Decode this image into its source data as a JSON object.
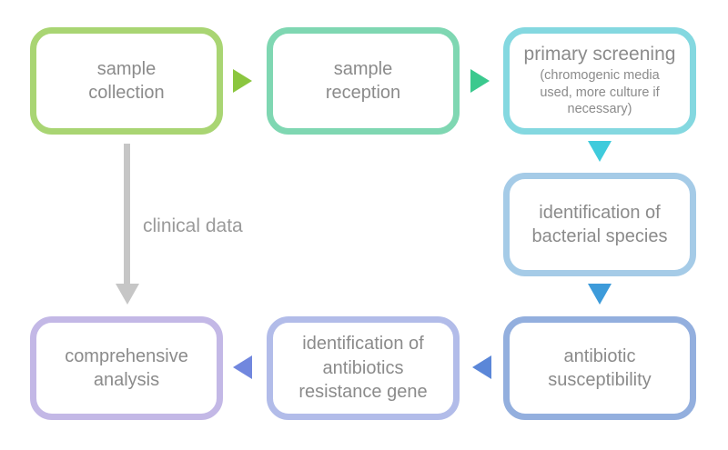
{
  "diagram": {
    "background": "#ffffff",
    "text_color": "#8b8b8b",
    "nodes": [
      {
        "id": "sample-collection",
        "label": "sample\ncollection",
        "border_color": "#a9d573"
      },
      {
        "id": "sample-reception",
        "label": "sample\nreception",
        "border_color": "#7fd7b2"
      },
      {
        "id": "primary-screening",
        "label": "primary screening",
        "sublabel": "(chromogenic media\nused, more culture if\nnecessary)",
        "border_color": "#84d8e0"
      },
      {
        "id": "identification-of-bacterial-species",
        "label": "identification of\nbacterial species",
        "border_color": "#a5cbe7"
      },
      {
        "id": "antibiotic-susceptibility",
        "label": "antibiotic\nsusceptibility",
        "border_color": "#93afde"
      },
      {
        "id": "identification-of-antibiotics-resistance-gene",
        "label": "identification of\nantibiotics\nresistance gene",
        "border_color": "#b2bce9"
      },
      {
        "id": "comprehensive-analysis",
        "label": "comprehensive\nanalysis",
        "border_color": "#c3b8e6"
      }
    ],
    "arrows": [
      {
        "from": "sample-collection",
        "to": "sample-reception",
        "direction": "right",
        "color": "#8bc63f"
      },
      {
        "from": "sample-reception",
        "to": "primary-screening",
        "direction": "right",
        "color": "#3bc98e"
      },
      {
        "from": "primary-screening",
        "to": "identification-of-bacterial-species",
        "direction": "down",
        "color": "#3fcbdc"
      },
      {
        "from": "identification-of-bacterial-species",
        "to": "antibiotic-susceptibility",
        "direction": "down",
        "color": "#3d9bda"
      },
      {
        "from": "antibiotic-susceptibility",
        "to": "identification-of-antibiotics-resistance-gene",
        "direction": "left",
        "color": "#5b87d8"
      },
      {
        "from": "identification-of-antibiotics-resistance-gene",
        "to": "comprehensive-analysis",
        "direction": "left",
        "color": "#7187de"
      }
    ],
    "connector": {
      "from": "sample-collection",
      "to": "comprehensive-analysis",
      "label": "clinical data",
      "color": "#c6c6c6",
      "label_color": "#9a9a9a"
    }
  }
}
